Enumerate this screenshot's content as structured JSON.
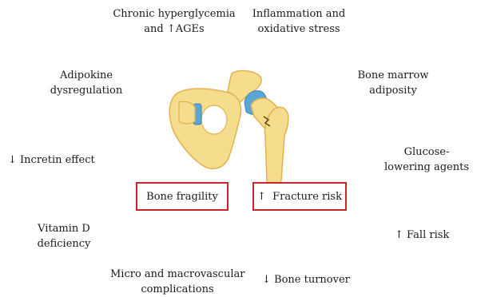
{
  "factors": {
    "hyperglycemia": [
      "Chronic hyperglycemia",
      "and ↑AGEs"
    ],
    "inflammation": [
      "Inflammation and",
      "oxidative stress"
    ],
    "adipokine": [
      "Adipokine",
      "dysregulation"
    ],
    "marrow": [
      "Bone marrow",
      "adiposity"
    ],
    "incretin": "↓ Incretin effect",
    "glucose_agents": [
      "Glucose-",
      "lowering agents"
    ],
    "vitamin_d": [
      "Vitamin D",
      "deficiency"
    ],
    "fall_risk": "↑ Fall risk",
    "vascular": [
      "Micro and macrovascular",
      "complications"
    ],
    "turnover": "↓ Bone turnover"
  },
  "outcomes": {
    "fragility": "Bone fragility",
    "fracture": "↑  Fracture risk"
  },
  "colors": {
    "bone_fill": "#f6dd8e",
    "bone_outline": "#e0b24e",
    "cartilage": "#5aa7d6",
    "box_border": "#c8262c"
  }
}
